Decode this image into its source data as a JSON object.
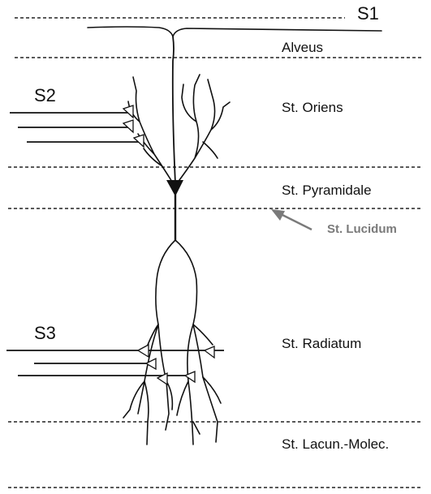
{
  "stimulus_labels": {
    "s1": "S1",
    "s2": "S2",
    "s3": "S3"
  },
  "layers": {
    "alveus": "Alveus",
    "oriens": "St. Oriens",
    "pyramidale": "St. Pyramidale",
    "lucidum": "St. Lucidum",
    "radiatum": "St. Radiatum",
    "lacunosum_moleculare": "St. Lacun.-Molec."
  },
  "colors": {
    "line": "#111111",
    "lucidum_annotation": "#7a7a7a"
  }
}
